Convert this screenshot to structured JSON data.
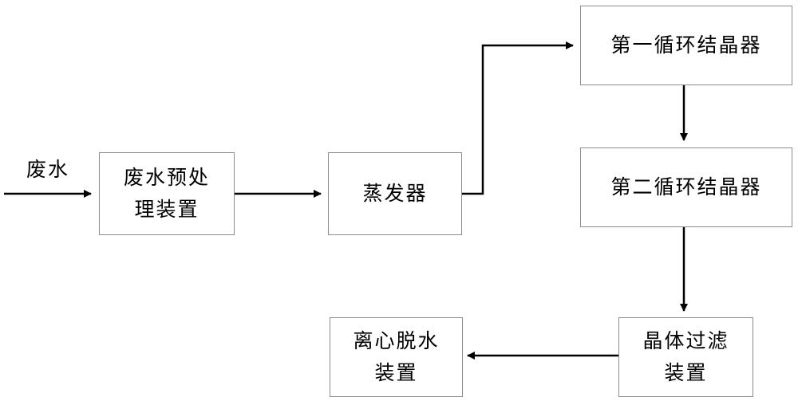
{
  "diagram": {
    "input_label": "废水",
    "nodes": {
      "pretreatment": "废水预处\n理装置",
      "evaporator": "蒸发器",
      "crystallizer1": "第一循环结晶器",
      "crystallizer2": "第二循环结晶器",
      "filter": "晶体过滤\n装置",
      "centrifuge": "离心脱水\n装置"
    },
    "colors": {
      "box_border": "#8c8c8c",
      "arrow": "#000000",
      "text": "#000000"
    }
  }
}
